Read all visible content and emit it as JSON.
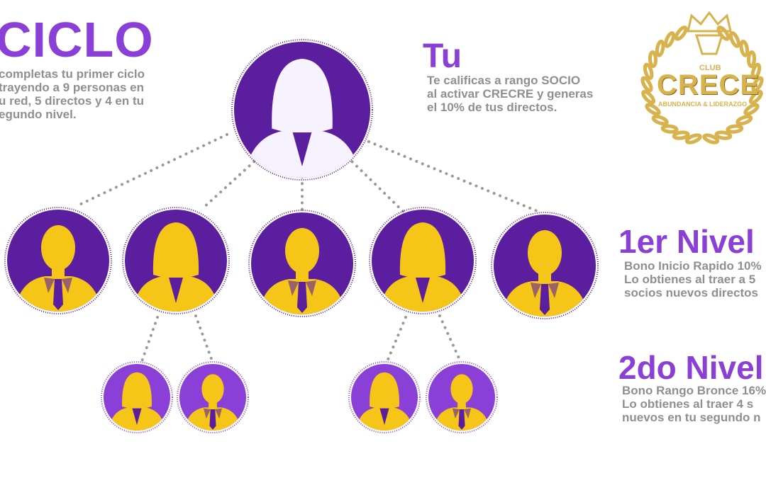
{
  "colors": {
    "purple": "#5b1e9e",
    "purple_light": "#8a3fd6",
    "yellow": "#f5c518",
    "gray_text": "#8f8f8f",
    "gold": "#d8b24c",
    "dots": "#999999"
  },
  "ciclo": {
    "title": "CICLO",
    "lines": [
      "completas tu primer ciclo",
      "trayendo a 9 personas en",
      "u red, 5 directos y 4 en tu",
      "egundo nivel."
    ]
  },
  "tu": {
    "title": "Tu",
    "lines": [
      "Te calificas a rango SOCIO",
      "al activar CRECRE y generas",
      "el 10% de tus directos."
    ]
  },
  "nivel1": {
    "title": "1er Nivel",
    "lines": [
      "Bono Inicio Rapido 10%",
      "Lo obtienes al traer a 5",
      "socios nuevos directos"
    ]
  },
  "nivel2": {
    "title": "2do Nivel",
    "lines": [
      "Bono Rango Bronce 16%",
      "Lo obtienes al traer 4 s",
      "nuevos en tu segundo n"
    ]
  },
  "logo": {
    "club": "CLUB",
    "name": "CRECE",
    "tagline": "ABUNDANCIA & LIDERAZGO",
    "icon": "crown-icon"
  },
  "people": {
    "top": {
      "gender": "female"
    },
    "level1": [
      {
        "gender": "male"
      },
      {
        "gender": "female"
      },
      {
        "gender": "male"
      },
      {
        "gender": "female"
      },
      {
        "gender": "male"
      }
    ],
    "level2": [
      {
        "gender": "female"
      },
      {
        "gender": "male"
      },
      {
        "gender": "female"
      },
      {
        "gender": "male"
      }
    ]
  }
}
